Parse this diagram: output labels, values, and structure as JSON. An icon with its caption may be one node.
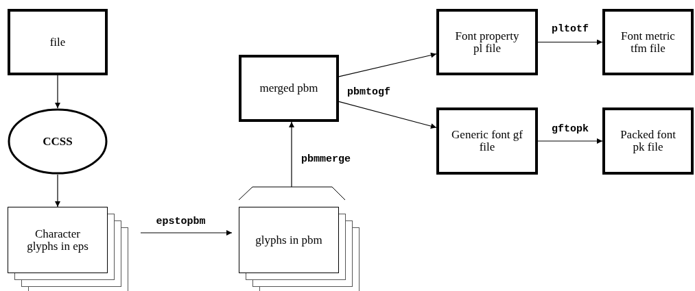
{
  "diagram": {
    "nodes": [
      {
        "text": [
          "file"
        ]
      },
      {
        "text": [
          "CCSS"
        ]
      },
      {
        "text": [
          "Character glyphs in eps"
        ]
      },
      {
        "text": [
          "glyphs in pbm"
        ]
      },
      {
        "text": [
          "merged pbm"
        ]
      },
      {
        "text": [
          "Font property pl file"
        ]
      },
      {
        "text": [
          "Font metric tfm file"
        ]
      },
      {
        "text": [
          "Generic font gf file"
        ]
      },
      {
        "text": [
          "Packed font pk file"
        ]
      }
    ],
    "edges": [
      {
        "from": 0,
        "to": 1,
        "arrow": "to"
      },
      {
        "from": 1,
        "to": 2,
        "arrow": "to"
      },
      {
        "from": 2,
        "to": 3,
        "arrow": "to",
        "label": "epstopbm"
      },
      {
        "from": 3,
        "to": 4,
        "arrow": "to",
        "label": "pbmmerge"
      },
      {
        "from": 4,
        "to": 5,
        "arrow": "to",
        "label": "pbmtogf"
      },
      {
        "from": 4,
        "to": 7,
        "arrow": "to"
      },
      {
        "from": 5,
        "to": 6,
        "arrow": "to",
        "label": "pltotf"
      },
      {
        "from": 7,
        "to": 8,
        "arrow": "to",
        "label": "gftopk"
      }
    ]
  }
}
